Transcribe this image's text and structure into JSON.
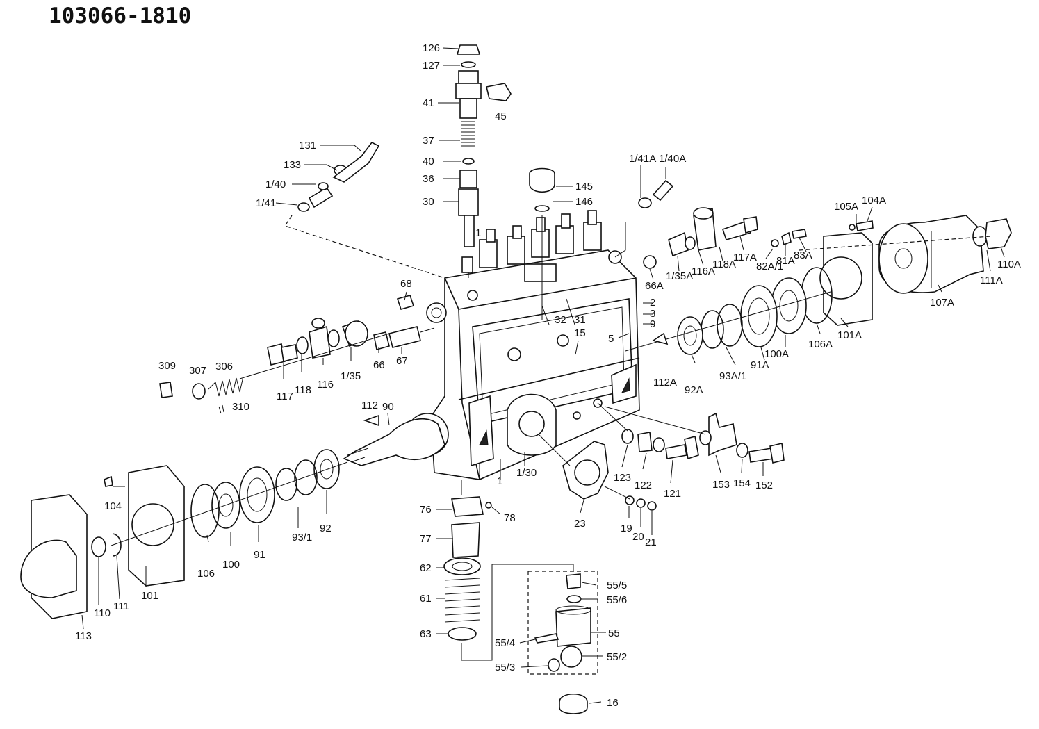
{
  "title": "103066-1810",
  "labels": [
    {
      "id": "l126",
      "text": "126"
    },
    {
      "id": "l127",
      "text": "127"
    },
    {
      "id": "l41",
      "text": "41"
    },
    {
      "id": "l45",
      "text": "45"
    },
    {
      "id": "l37",
      "text": "37"
    },
    {
      "id": "l40",
      "text": "40"
    },
    {
      "id": "l36",
      "text": "36"
    },
    {
      "id": "l30",
      "text": "30"
    },
    {
      "id": "l1top",
      "text": "1"
    },
    {
      "id": "l131",
      "text": "131"
    },
    {
      "id": "l133",
      "text": "133"
    },
    {
      "id": "l1_40",
      "text": "1/40"
    },
    {
      "id": "l1_41",
      "text": "1/41"
    },
    {
      "id": "l145",
      "text": "145"
    },
    {
      "id": "l146",
      "text": "146"
    },
    {
      "id": "l141A",
      "text": "1/41A"
    },
    {
      "id": "l140A",
      "text": "1/40A"
    },
    {
      "id": "l105A",
      "text": "105A"
    },
    {
      "id": "l104A",
      "text": "104A"
    },
    {
      "id": "l110A",
      "text": "110A"
    },
    {
      "id": "l111A",
      "text": "111A"
    },
    {
      "id": "l107A",
      "text": "107A"
    },
    {
      "id": "l117A",
      "text": "117A"
    },
    {
      "id": "l118A",
      "text": "118A"
    },
    {
      "id": "l116A",
      "text": "116A"
    },
    {
      "id": "l135A",
      "text": "1/35A"
    },
    {
      "id": "l66A",
      "text": "66A"
    },
    {
      "id": "l82A1",
      "text": "82A/1"
    },
    {
      "id": "l81A",
      "text": "81A"
    },
    {
      "id": "l83A",
      "text": "83A"
    },
    {
      "id": "l101A",
      "text": "101A"
    },
    {
      "id": "l106A",
      "text": "106A"
    },
    {
      "id": "l100A",
      "text": "100A"
    },
    {
      "id": "l91A",
      "text": "91A"
    },
    {
      "id": "l93A1",
      "text": "93A/1"
    },
    {
      "id": "l92A",
      "text": "92A"
    },
    {
      "id": "l112A",
      "text": "112A"
    },
    {
      "id": "l2",
      "text": "2"
    },
    {
      "id": "l3",
      "text": "3"
    },
    {
      "id": "l9",
      "text": "9"
    },
    {
      "id": "l5",
      "text": "5"
    },
    {
      "id": "l32",
      "text": "32"
    },
    {
      "id": "l31",
      "text": "31"
    },
    {
      "id": "l15",
      "text": "15"
    },
    {
      "id": "l68",
      "text": "68"
    },
    {
      "id": "l66",
      "text": "66"
    },
    {
      "id": "l67",
      "text": "67"
    },
    {
      "id": "l135",
      "text": "1/35"
    },
    {
      "id": "l116",
      "text": "116"
    },
    {
      "id": "l118",
      "text": "118"
    },
    {
      "id": "l117",
      "text": "117"
    },
    {
      "id": "l309",
      "text": "309"
    },
    {
      "id": "l307",
      "text": "307"
    },
    {
      "id": "l306",
      "text": "306"
    },
    {
      "id": "l310",
      "text": "310"
    },
    {
      "id": "l112",
      "text": "112"
    },
    {
      "id": "l90",
      "text": "90"
    },
    {
      "id": "l104",
      "text": "104"
    },
    {
      "id": "l106",
      "text": "106"
    },
    {
      "id": "l100",
      "text": "100"
    },
    {
      "id": "l91",
      "text": "91"
    },
    {
      "id": "l931",
      "text": "93/1"
    },
    {
      "id": "l92",
      "text": "92"
    },
    {
      "id": "l101",
      "text": "101"
    },
    {
      "id": "l110",
      "text": "110"
    },
    {
      "id": "l111",
      "text": "111"
    },
    {
      "id": "l113",
      "text": "113"
    },
    {
      "id": "l1mid",
      "text": "1"
    },
    {
      "id": "l130",
      "text": "1/30"
    },
    {
      "id": "l76",
      "text": "76"
    },
    {
      "id": "l78",
      "text": "78"
    },
    {
      "id": "l77",
      "text": "77"
    },
    {
      "id": "l62",
      "text": "62"
    },
    {
      "id": "l61",
      "text": "61"
    },
    {
      "id": "l63",
      "text": "63"
    },
    {
      "id": "l23",
      "text": "23"
    },
    {
      "id": "l19",
      "text": "19"
    },
    {
      "id": "l20",
      "text": "20"
    },
    {
      "id": "l21",
      "text": "21"
    },
    {
      "id": "l123",
      "text": "123"
    },
    {
      "id": "l122",
      "text": "122"
    },
    {
      "id": "l121",
      "text": "121"
    },
    {
      "id": "l153",
      "text": "153"
    },
    {
      "id": "l154",
      "text": "154"
    },
    {
      "id": "l152",
      "text": "152"
    },
    {
      "id": "l55_5",
      "text": "55/5"
    },
    {
      "id": "l55_6",
      "text": "55/6"
    },
    {
      "id": "l55",
      "text": "55"
    },
    {
      "id": "l55_4",
      "text": "55/4"
    },
    {
      "id": "l55_2",
      "text": "55/2"
    },
    {
      "id": "l55_3",
      "text": "55/3"
    },
    {
      "id": "l16",
      "text": "16"
    }
  ]
}
